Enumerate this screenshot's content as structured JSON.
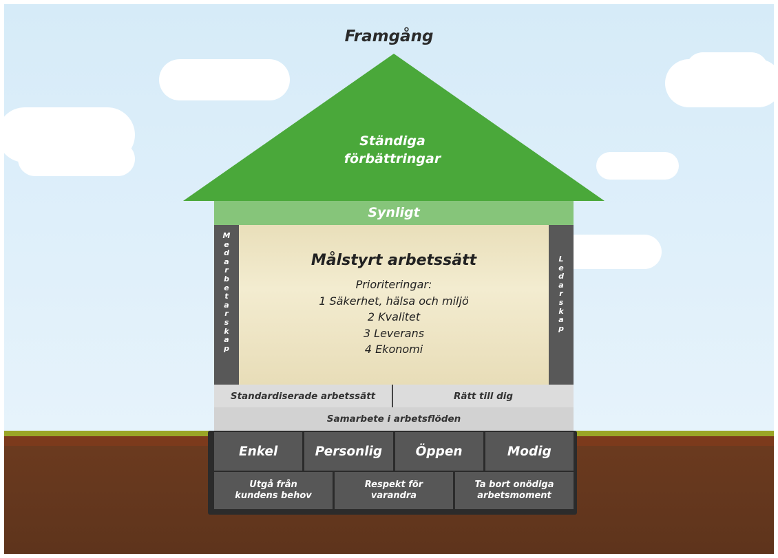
{
  "title": "Framgång",
  "roof": {
    "lines": [
      "Ständiga",
      "förbättringar"
    ]
  },
  "synligt": "Synligt",
  "left_pillar": "Medarbetarskap",
  "right_pillar": "Ledarskap",
  "core": {
    "title": "Målstyrt arbetssätt",
    "subtitle": "Prioriteringar:",
    "priorities": [
      "1 Säkerhet, hälsa och miljö",
      "2 Kvalitet",
      "3 Leverans",
      "4 Ekonomi"
    ]
  },
  "standards": [
    "Standardiserade arbetssätt",
    "Rätt till dig"
  ],
  "cooperation": "Samarbete i arbetsflöden",
  "values": [
    "Enkel",
    "Personlig",
    "Öppen",
    "Modig"
  ],
  "foundation": [
    [
      "Utgå från",
      "kundens behov"
    ],
    [
      "Respekt för",
      "varandra"
    ],
    [
      "Ta bort onödiga",
      "arbetsmoment"
    ]
  ],
  "colors": {
    "roof": "#4aa83a",
    "synligt": "#86c57a",
    "core": "#f2e8c8",
    "pillar": "#585858",
    "value_block": "#575757",
    "ground": "#5e341c",
    "grass": "#9aa526"
  }
}
